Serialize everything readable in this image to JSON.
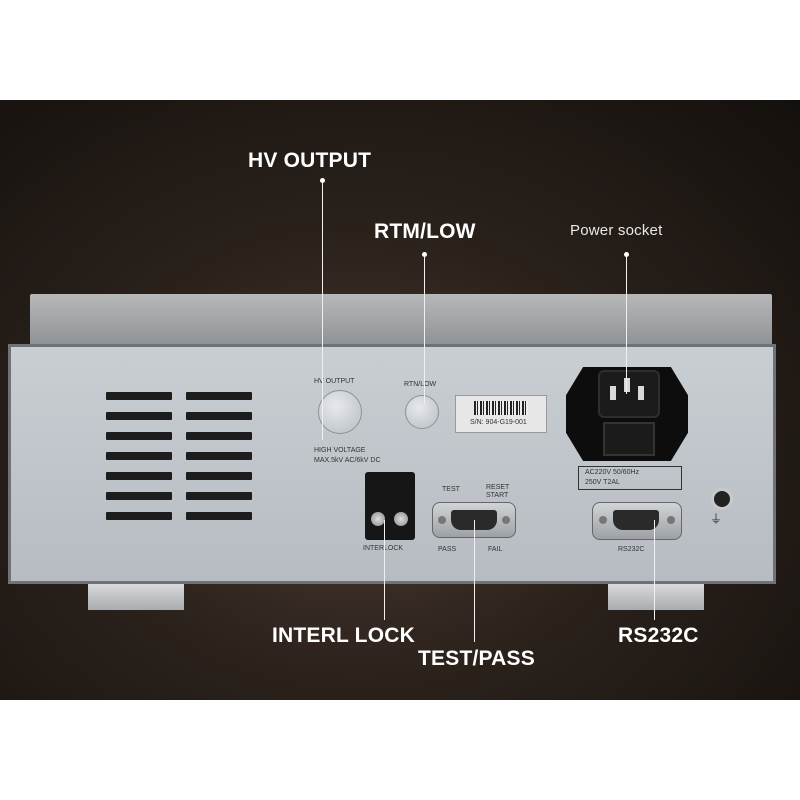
{
  "callouts": {
    "hv_output": "HV OUTPUT",
    "rtm_low": "RTM/LOW",
    "power_socket": "Power socket",
    "interl_lock": "INTERL LOCK",
    "test_pass": "TEST/PASS",
    "rs232c": "RS232C"
  },
  "panel": {
    "hv_output": "HV OUTPUT",
    "rtm_low": "RTN/LOW",
    "high_voltage": "HIGH VOLTAGE",
    "max_voltage": "MAX.5kV AC/6kV DC",
    "serial": "S/N: 904-G19-001",
    "interlock": "INTERLOCK",
    "test": "TEST",
    "reset": "RESET",
    "start": "START",
    "pass": "PASS",
    "fail": "FAIL",
    "rating_ac": "AC220V  50/60Hz",
    "rating_fuse": "250V  T2AL",
    "rs232c": "RS232C"
  },
  "colors": {
    "background": "#1a1410",
    "device_panel": "#c3c8ce",
    "callout_text": "#ffffff"
  }
}
